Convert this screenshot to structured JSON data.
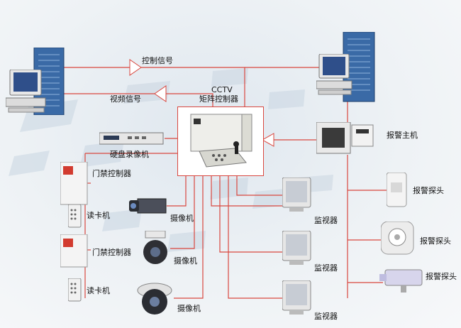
{
  "labels": {
    "control_signal": "控制信号",
    "video_signal": "视频信号",
    "cctv_line1": "CCTV",
    "cctv_line2": "矩阵控制器",
    "dvr": "硬盘录像机",
    "alarm_host": "报警主机",
    "access_ctrl_1": "门禁控制器",
    "access_ctrl_2": "门禁控制器",
    "card_reader_1": "读卡机",
    "card_reader_2": "读卡机",
    "camera_1": "摄像机",
    "camera_2": "摄像机",
    "camera_3": "摄像机",
    "monitor_1": "监视器",
    "monitor_2": "监视器",
    "monitor_3": "监视器",
    "detector_1": "报警探头",
    "detector_2": "报警探头",
    "detector_3": "报警探头"
  },
  "colors": {
    "wire": "#d9473f",
    "arrow_fill": "#ffffff"
  }
}
